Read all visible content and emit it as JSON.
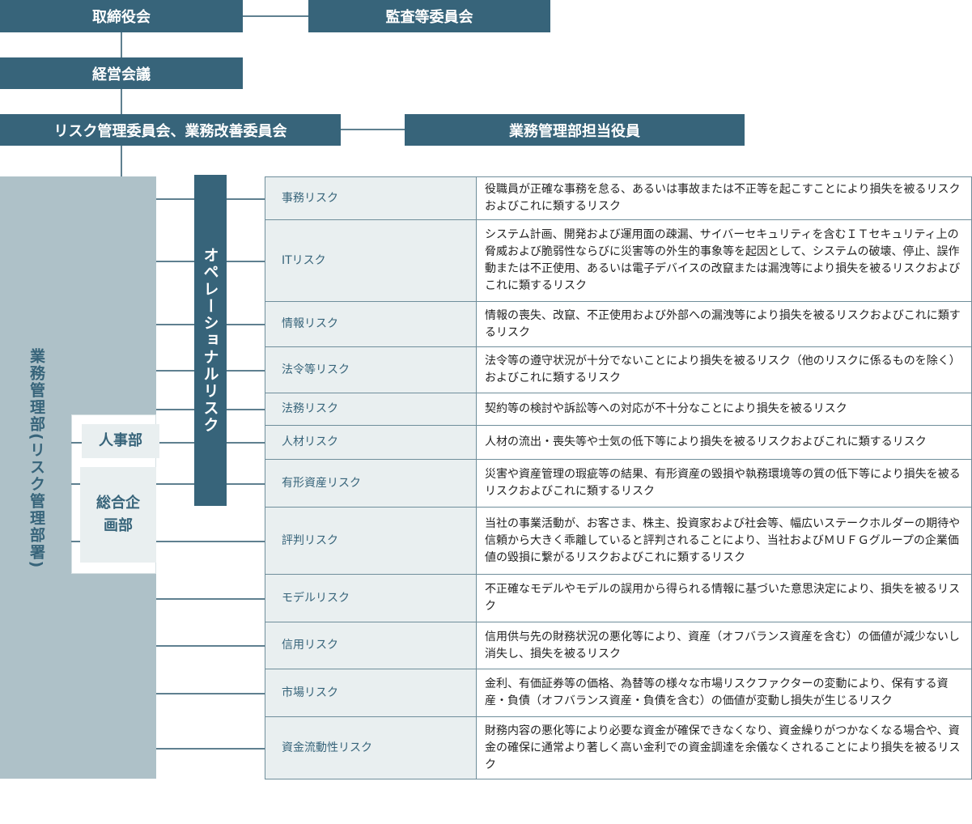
{
  "top": {
    "board": "取締役会",
    "audit": "監査等委員会",
    "mgmt": "経営会議",
    "committee": "リスク管理委員会、業務改善委員会",
    "officer": "業務管理部担当役員"
  },
  "left": {
    "risk_dept": "業務管理部(リスク管理部署)",
    "hr": "人事部",
    "planning": "総合企画部",
    "op_risk": "オペレーショナルリスク"
  },
  "risks": [
    {
      "name": "事務リスク",
      "desc": "役職員が正確な事務を怠る、あるいは事故または不正等を起こすことにより損失を被るリスクおよびこれに類するリスク"
    },
    {
      "name": "ITリスク",
      "desc": "システム計画、開発および運用面の疎漏、サイバーセキュリティを含むＩＴセキュリティ上の脅威および脆弱性ならびに災害等の外生的事象等を起因として、システムの破壊、停止、誤作動または不正使用、あるいは電子デバイスの改竄または漏洩等により損失を被るリスクおよびこれに類するリスク"
    },
    {
      "name": "情報リスク",
      "desc": "情報の喪失、改竄、不正使用および外部への漏洩等により損失を被るリスクおよびこれに類するリスク"
    },
    {
      "name": "法令等リスク",
      "desc": "法令等の遵守状況が十分でないことにより損失を被るリスク（他のリスクに係るものを除く）およびこれに類するリスク"
    },
    {
      "name": "法務リスク",
      "desc": "契約等の検討や訴訟等への対応が不十分なことにより損失を被るリスク"
    },
    {
      "name": "人材リスク",
      "desc": "人材の流出・喪失等や士気の低下等により損失を被るリスクおよびこれに類するリスク"
    },
    {
      "name": "有形資産リスク",
      "desc": "災害や資産管理の瑕疵等の結果、有形資産の毀損や執務環境等の質の低下等により損失を被るリスクおよびこれに類するリスク"
    },
    {
      "name": "評判リスク",
      "desc": "当社の事業活動が、お客さま、株主、投資家および社会等、幅広いステークホルダーの期待や信頼から大きく乖離していると評判されることにより、当社およびＭＵＦＧグループの企業価値の毀損に繋がるリスクおよびこれに類するリスク"
    },
    {
      "name": "モデルリスク",
      "desc": "不正確なモデルやモデルの誤用から得られる情報に基づいた意思決定により、損失を被るリスク"
    },
    {
      "name": "信用リスク",
      "desc": "信用供与先の財務状況の悪化等により、資産（オフバランス資産を含む）の価値が減少ないし消失し、損失を被るリスク"
    },
    {
      "name": "市場リスク",
      "desc": "金利、有価証券等の価格、為替等の様々な市場リスクファクターの変動により、保有する資産・負債（オフバランス資産・負債を含む）の価値が変動し損失が生じるリスク"
    },
    {
      "name": "資金流動性リスク",
      "desc": "財務内容の悪化等により必要な資金が確保できなくなり、資金繰りがつかなくなる場合や、資金の確保に通常より著しく高い金利での資金調達を余儀なくされることにより損失を被るリスク"
    }
  ]
}
